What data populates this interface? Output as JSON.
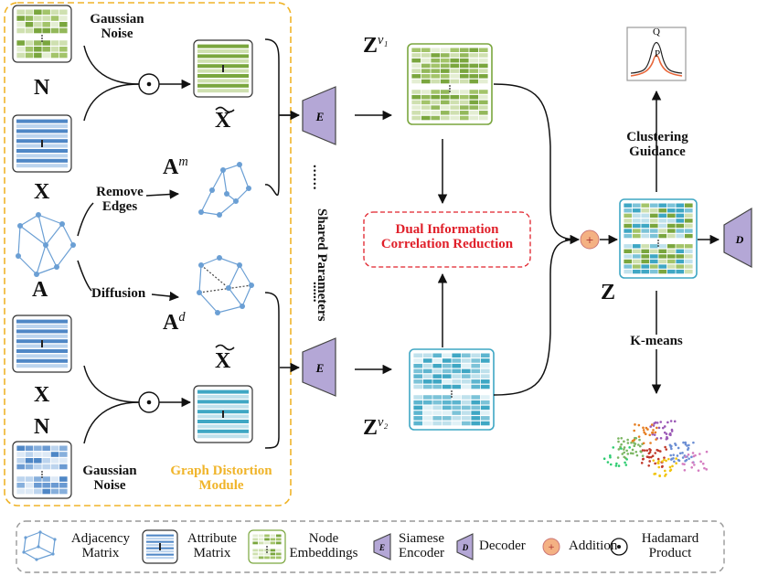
{
  "module": {
    "title_line1": "Graph Distortion",
    "title_line2": "Module",
    "gaussian_noise_top_1": "Gaussian",
    "gaussian_noise_top_2": "Noise",
    "gaussian_noise_bottom_1": "Gaussian",
    "gaussian_noise_bottom_2": "Noise",
    "remove_edges_1": "Remove",
    "remove_edges_2": "Edges",
    "diffusion": "Diffusion",
    "N_top": "N",
    "N_bottom": "N",
    "X_top": "X",
    "X_bottom": "X",
    "A": "A",
    "X_tilde_top": "X",
    "X_tilde_bottom": "X",
    "Am_base": "A",
    "Am_sup": "m",
    "Ad_base": "A",
    "Ad_sup": "d"
  },
  "encoders": {
    "top_letter": "E",
    "bottom_letter": "E",
    "shared_1": "Shared",
    "shared_2": "Parameters",
    "dots_top": "......",
    "dots_bottom": "......"
  },
  "embeddings": {
    "zv1_base": "Z",
    "zv1_sup": "v₁",
    "zv2_base": "Z",
    "zv2_sup": "v₂",
    "z": "Z"
  },
  "dicr": {
    "line1": "Dual Information",
    "line2": "Correlation Reduction"
  },
  "right": {
    "clustering_1": "Clustering",
    "clustering_2": "Guidance",
    "kmeans": "K-means",
    "decoder_letter": "D",
    "q_label": "Q",
    "p_label": "P",
    "addition_symbol": "+",
    "hadamard_symbol": "·"
  },
  "legend": {
    "adjacency_1": "Adjacency",
    "adjacency_2": "Matrix",
    "attribute_1": "Attribute",
    "attribute_2": "Matrix",
    "node_1": "Node",
    "node_2": "Embeddings",
    "siamese_1": "Siamese",
    "siamese_2": "Encoder",
    "siamese_letter": "E",
    "decoder": "Decoder",
    "decoder_letter": "D",
    "addition": "Addition",
    "hadamard_1": "Hadamard",
    "hadamard_2": "Product"
  },
  "colors": {
    "green_dark": "#7aa63e",
    "green_light": "#cfe0b0",
    "blue_dark": "#4f87c6",
    "blue_light": "#bcd4ee",
    "teal": "#3fa7c4",
    "encoder": "#b4a7d6",
    "module_border": "#f0b429",
    "red": "#e0202a",
    "addition": "#f4b183",
    "graph": "#6b9fd4"
  }
}
